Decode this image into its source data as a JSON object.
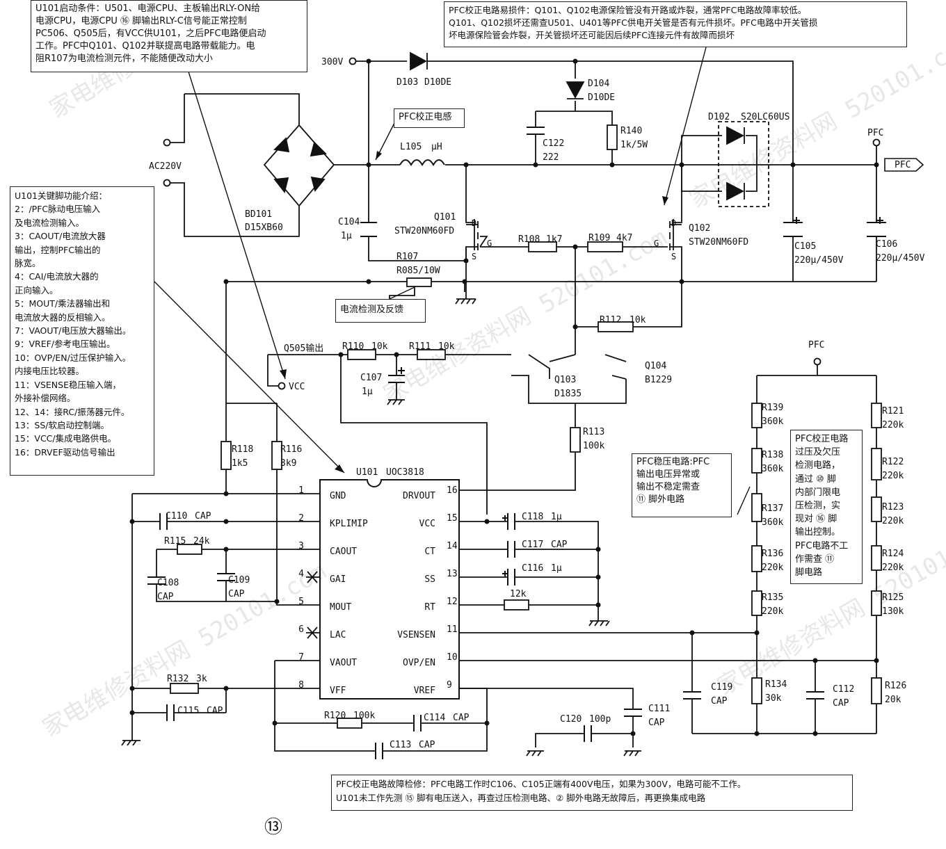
{
  "notes": {
    "startup": [
      "U101启动条件：U501、电源CPU、主板输出RLY-ON给",
      "电源CPU，电源CPU ⑯ 脚输出RLY-C信号能正常控制",
      "PC506、Q505后，有VCC供U101，之后PFC电路便启动",
      "工作。PFC中Q101、Q102并联提高电路带载能力。电",
      "阻R107为电流检测元件，不能随便改动大小"
    ],
    "pfc_fragile": [
      "PFC校正电路易损件：Q101、Q102电源保险管没有开路或炸裂，通常PFC电路故障率较低。",
      "Q101、Q102损坏还需查U501、U401等PFC供电开关管是否有元件损坏。PFC电路中开关管损",
      "坏电源保险管会炸裂，开关管损坏还可能因后续PFC连接元件有故障而损坏"
    ],
    "key_pins": [
      "U101关键脚功能介绍：",
      "2：/PFC脉动电压输入",
      "及电流检测输入。",
      "3：CAOUT/电流放大器",
      "输出，控制PFC输出的",
      "脉宽。",
      "4：CAI/电流放大器的",
      "正向输入。",
      "5：MOUT/乘法器输出和",
      "电流放大器的反相输入。",
      "7：VAOUT/电压放大器输出。",
      "9：VREF/参考电压输出。",
      "10：OVP/EN/过压保护输入。",
      "内接电压比较器。",
      "11：VSENSE稳压输入端，",
      "外接补偿网络。",
      "12、14：接RC/振荡器元件。",
      "13：SS/软启动控制端。",
      "15：VCC/集成电路供电。",
      "16：DRVEF驱动信号输出"
    ],
    "pfc_inductor": "PFC校正电感",
    "current_detect": "电流检测及反馈",
    "stabilize": [
      "PFC稳压电路:PFC",
      "输出电压异常或",
      "输出不稳定需查",
      "⑪ 脚外电路"
    ],
    "overvolt": [
      "PFC校正电路",
      "过压及欠压",
      "检测电路，",
      "通过 ⑩ 脚",
      "内部门限电",
      "压检测，实",
      "现对 ⑯ 脚",
      "输出控制。",
      "PFC电路不工",
      "作需查 ⑪",
      "脚电路"
    ],
    "repair": [
      "PFC校正电路故障检修：PFC电路工作时C106、C105正端有400V电压，如果为300V，电路可能不工作。",
      "U101未工作先测 ⑮ 脚有电压送入，再查过压检测电路、② 脚外电路无故障后，再更换集成电路"
    ]
  },
  "labels": {
    "v300": "300V",
    "ac220": "AC220V",
    "pfc_out": "PFC",
    "pfc_top": "PFC",
    "pfc_rail": "PFC",
    "q505": "Q505输出",
    "vcc": "VCC",
    "page_number": "⑬",
    "watermark": "家电维修资料网 520101.com"
  },
  "components": {
    "d103": [
      "D103",
      "D10DE"
    ],
    "d104": [
      "D104",
      "D10DE"
    ],
    "d102": [
      "D102",
      "S20LC60US"
    ],
    "bd101": [
      "BD101",
      "D15XB60"
    ],
    "l105": [
      "L105",
      "μH"
    ],
    "c122": [
      "C122",
      "222"
    ],
    "r140": [
      "R140",
      "1k/5W"
    ],
    "c104": [
      "C104",
      "1μ"
    ],
    "q101": [
      "Q101",
      "STW20NM60FD"
    ],
    "q102": [
      "Q102",
      "STW20NM60FD"
    ],
    "r107": [
      "R107",
      "R085/10W"
    ],
    "r108": [
      "R108",
      "1k7"
    ],
    "r109": [
      "R109",
      "4k7"
    ],
    "c105": [
      "C105",
      "220μ/450V"
    ],
    "c106": [
      "C106",
      "220μ/450V"
    ],
    "r112": [
      "R112",
      "10k"
    ],
    "r110": [
      "R110",
      "10k"
    ],
    "r111": [
      "R111",
      "10k"
    ],
    "c107": [
      "C107",
      "1μ"
    ],
    "q103": [
      "Q103",
      "D1835"
    ],
    "q104": [
      "Q104",
      "B1229"
    ],
    "r113": [
      "R113",
      "100k"
    ],
    "r118": [
      "R118",
      "1k5"
    ],
    "r116": [
      "R116",
      "3k9"
    ],
    "u101": [
      "U101",
      "UOC3818"
    ],
    "c110": [
      "C110",
      "CAP"
    ],
    "r115": [
      "R115",
      "24k"
    ],
    "c108": [
      "C108",
      "CAP"
    ],
    "c109": [
      "C109",
      "CAP"
    ],
    "r132": [
      "R132",
      "3k"
    ],
    "c115": [
      "C115",
      "CAP"
    ],
    "r120": [
      "R120",
      "100k"
    ],
    "c114": [
      "C114",
      "CAP"
    ],
    "c113": [
      "C113",
      "CAP"
    ],
    "c118": [
      "C118",
      "1μ"
    ],
    "c117": [
      "C117",
      "CAP"
    ],
    "c116": [
      "C116",
      "1μ"
    ],
    "r12k": "12k",
    "c111": [
      "C111",
      "CAP"
    ],
    "c120": [
      "C120",
      "100p"
    ],
    "c119": [
      "C119",
      "CAP"
    ],
    "r134": [
      "R134",
      "30k"
    ],
    "c112": [
      "C112",
      "CAP"
    ],
    "r126": [
      "R126",
      "20k"
    ],
    "r139": [
      "R139",
      "360k"
    ],
    "r138": [
      "R138",
      "360k"
    ],
    "r137": [
      "R137",
      "360k"
    ],
    "r136": [
      "R136",
      "220k"
    ],
    "r135": [
      "R135",
      "220k"
    ],
    "r121": [
      "R121",
      "220k"
    ],
    "r122": [
      "R122",
      "220k"
    ],
    "r123": [
      "R123",
      "220k"
    ],
    "r124": [
      "R124",
      "220k"
    ],
    "r125": [
      "R125",
      "130k"
    ]
  },
  "ic_pins": {
    "left": [
      {
        "num": "1",
        "name": "GND"
      },
      {
        "num": "2",
        "name": "KPLIMIP"
      },
      {
        "num": "3",
        "name": "CAOUT"
      },
      {
        "num": "4",
        "name": "GAI"
      },
      {
        "num": "5",
        "name": "MOUT"
      },
      {
        "num": "6",
        "name": "LAC"
      },
      {
        "num": "7",
        "name": "VAOUT"
      },
      {
        "num": "8",
        "name": "VFF"
      }
    ],
    "right": [
      {
        "num": "16",
        "name": "DRVOUT"
      },
      {
        "num": "15",
        "name": "VCC"
      },
      {
        "num": "14",
        "name": "CT"
      },
      {
        "num": "13",
        "name": "SS"
      },
      {
        "num": "12",
        "name": "RT"
      },
      {
        "num": "11",
        "name": "VSENSEN"
      },
      {
        "num": "10",
        "name": "OVP/EN"
      },
      {
        "num": "9",
        "name": "VREF"
      }
    ]
  },
  "pin_marks": {
    "d": "D",
    "g": "G",
    "s": "S"
  }
}
